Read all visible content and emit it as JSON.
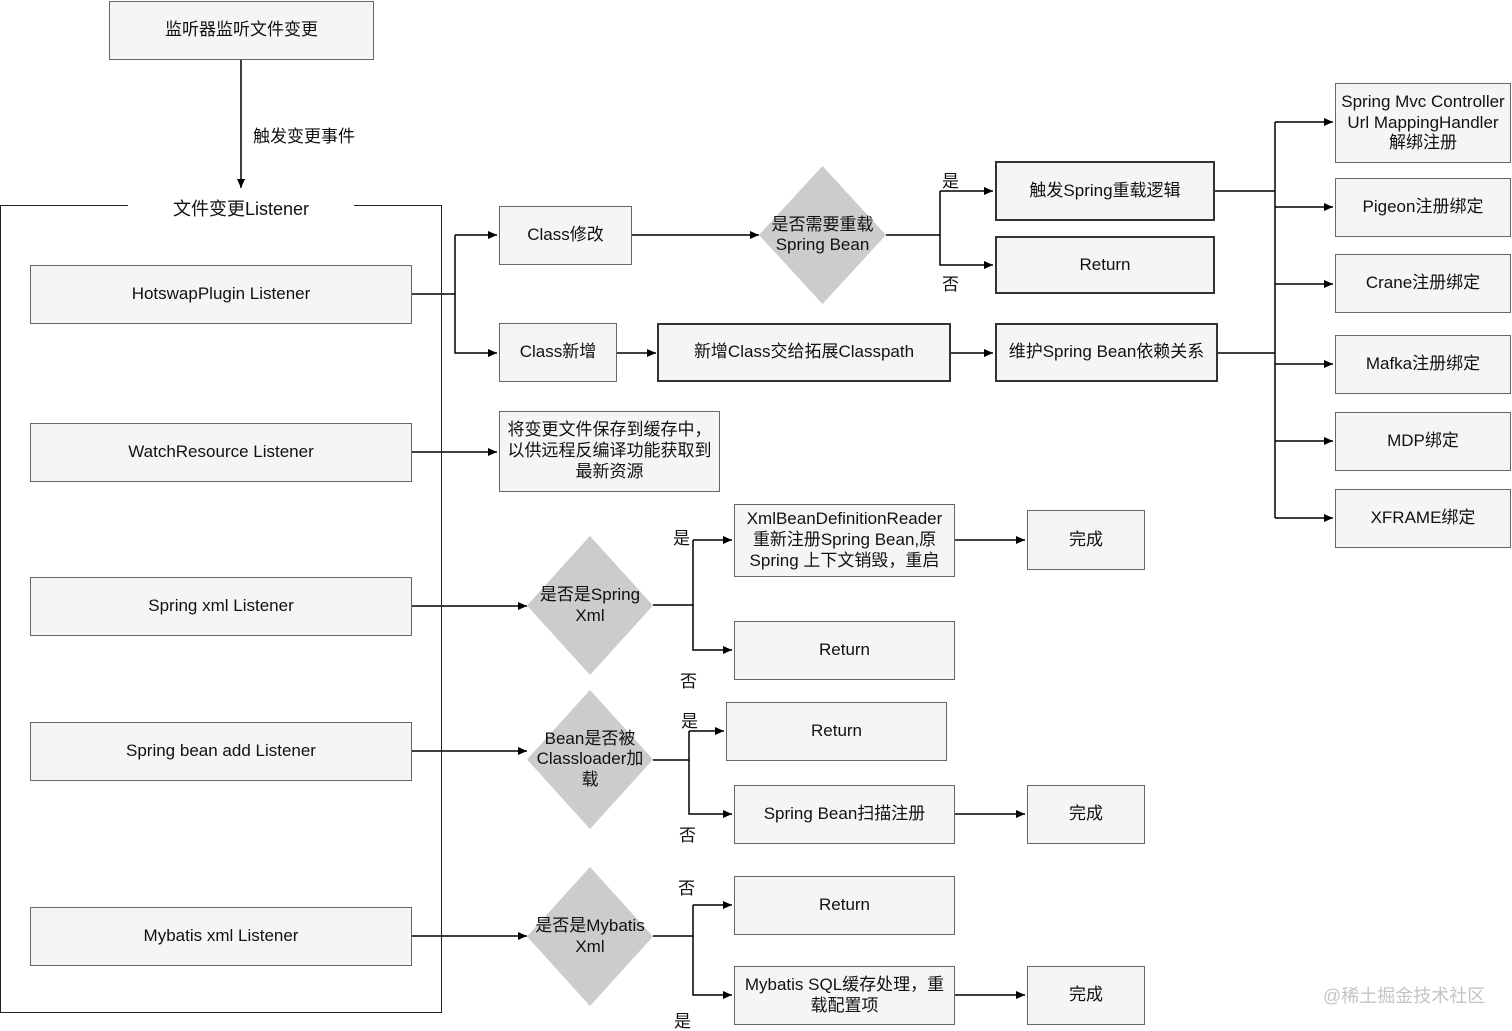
{
  "top": {
    "monitor_box": "监听器监听文件变更",
    "trigger_label": "触发变更事件"
  },
  "container": {
    "title": "文件变更Listener",
    "listeners": {
      "hotswap": "HotswapPlugin Listener",
      "watch_resource": "WatchResource Listener",
      "spring_xml": "Spring xml Listener",
      "spring_bean_add": "Spring bean add Listener",
      "mybatis_xml": "Mybatis xml Listener"
    }
  },
  "hotswap_flow": {
    "class_modified": "Class修改",
    "decision_reload": "是否需要重载\nSpring Bean",
    "yes": "是",
    "no": "否",
    "trigger_reload": "触发Spring重载逻辑",
    "return": "Return",
    "class_added": "Class新增",
    "extend_classpath": "新增Class交给拓展Classpath",
    "maintain_deps": "维护Spring Bean依赖关系"
  },
  "bindings": [
    "Spring Mvc Controller\nUrl MappingHandler\n解绑注册",
    "Pigeon注册绑定",
    "Crane注册绑定",
    "Mafka注册绑定",
    "MDP绑定",
    "XFRAME绑定"
  ],
  "watch_flow": {
    "save_cache": "将变更文件保存到缓存中，\n以供远程反编译功能获取到\n最新资源"
  },
  "spring_xml_flow": {
    "decision": "是否是Spring\nXml",
    "yes": "是",
    "no": "否",
    "reregister": "XmlBeanDefinitionReader\n重新注册Spring Bean,原\nSpring 上下文销毁，重启",
    "done": "完成",
    "return": "Return"
  },
  "bean_add_flow": {
    "decision": "Bean是否被\nClassloader加\n载",
    "yes": "是",
    "no": "否",
    "return": "Return",
    "scan_register": "Spring Bean扫描注册",
    "done": "完成"
  },
  "mybatis_flow": {
    "decision": "是否是Mybatis\nXml",
    "no": "否",
    "yes": "是",
    "return": "Return",
    "sql_cache": "Mybatis SQL缓存处理，重\n载配置项",
    "done": "完成"
  },
  "watermark": "@稀土掘金技术社区"
}
